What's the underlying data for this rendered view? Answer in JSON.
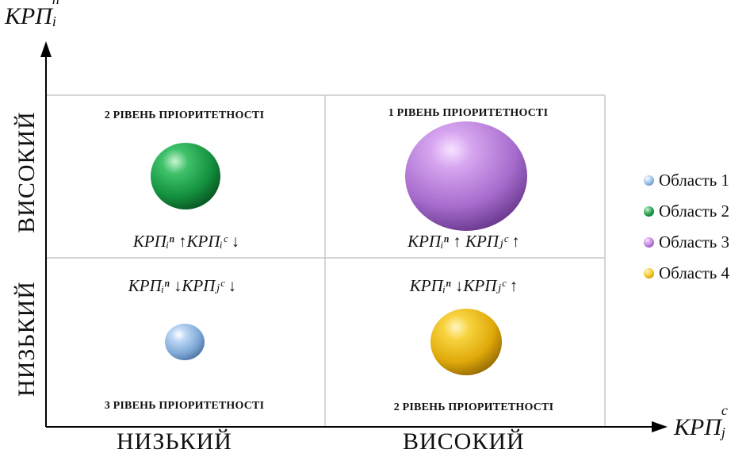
{
  "axes": {
    "y_title": {
      "base": "КРП",
      "sub": "i",
      "sup": "n"
    },
    "x_title": {
      "base": "КРП",
      "sub": "j",
      "sup": "c"
    },
    "x_categories": [
      "НИЗЬКИЙ",
      "ВИСОКИЙ"
    ],
    "y_categories": [
      "НИЗЬКИЙ",
      "ВИСОКИЙ"
    ]
  },
  "quadrants": {
    "top_left": {
      "level": "2 РІВЕНЬ ПРІОРИТЕТНОСТІ",
      "formula": "КРПᵢⁿ ↑КРПᵢᶜ ↓",
      "sphere": "green"
    },
    "top_right": {
      "level": "1 РІВЕНЬ ПРІОРИТЕТНОСТІ",
      "formula": "КРПᵢⁿ ↑ КРПⱼᶜ ↑",
      "sphere": "purple"
    },
    "bottom_left": {
      "level": "3 РІВЕНЬ ПРІОРИТЕТНОСТІ",
      "formula": "КРПᵢⁿ ↓КРПⱼᶜ ↓",
      "sphere": "blue"
    },
    "bottom_right": {
      "level": "2 РІВЕНЬ ПРІОРИТЕТНОСТІ",
      "formula": "КРПᵢⁿ ↓КРПⱼᶜ ↑",
      "sphere": "yellow"
    }
  },
  "legend": [
    {
      "label": "Область 1",
      "color": "#8fb8e6"
    },
    {
      "label": "Область 2",
      "color": "#1a9a45"
    },
    {
      "label": "Область 3",
      "color": "#b97fdc"
    },
    {
      "label": "Область 4",
      "color": "#f2c21a"
    }
  ],
  "colors": {
    "blue": "#8fb8e6",
    "green": "#1a9a45",
    "purple": "#b97fdc",
    "yellow": "#f2c21a",
    "grid": "#c8c8c8",
    "axis": "#000000"
  }
}
